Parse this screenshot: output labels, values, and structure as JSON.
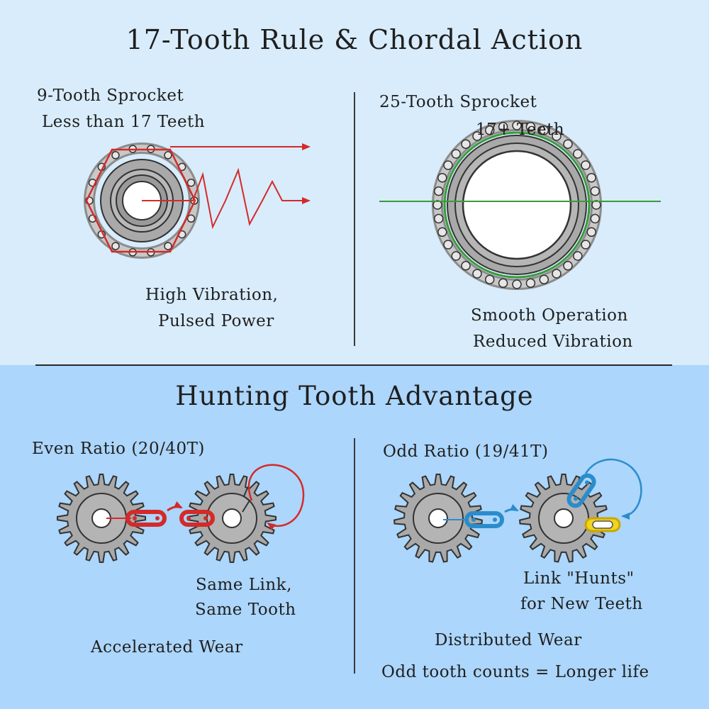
{
  "top": {
    "title": "17-Tooth Rule & Chordal Action",
    "left": {
      "heading": "9-Tooth Sprocket",
      "subheading": "Less than 17 Teeth",
      "caption_line1": "High Vibration,",
      "caption_line2": "Pulsed Power"
    },
    "right": {
      "heading": "25-Tooth Sprocket",
      "subheading": "17+ Teeth",
      "caption_line1": "Smooth Operation",
      "caption_line2": "Reduced Vibration"
    }
  },
  "bottom": {
    "title": "Hunting Tooth Advantage",
    "left": {
      "heading": "Even Ratio (20/40T)",
      "callout_line1": "Same Link,",
      "callout_line2": "Same Tooth",
      "caption": "Accelerated Wear"
    },
    "right": {
      "heading": "Odd Ratio (19/41T)",
      "callout_line1": "Link \"Hunts\"",
      "callout_line2": "for New Teeth",
      "caption": "Distributed Wear",
      "footer": "Odd tooth counts = Longer life"
    }
  },
  "colors": {
    "top_background": "#d8ecfb",
    "bottom_background": "#acd6fb",
    "vibration_red": "#d42a2a",
    "smooth_green": "#3a9a3a",
    "even_link_red": "#d42a2a",
    "odd_link_blue": "#2b8ccc",
    "odd_link_yellow": "#f2d31f",
    "sprocket_gray": "#a9a9a9"
  },
  "icons": {
    "small_sprocket": "sprocket-9-tooth-icon",
    "large_sprocket": "sprocket-25-tooth-icon",
    "even_gear": "gear-20-tooth-icon",
    "odd_gear": "gear-19-tooth-icon",
    "chain_link": "chain-link-icon"
  }
}
